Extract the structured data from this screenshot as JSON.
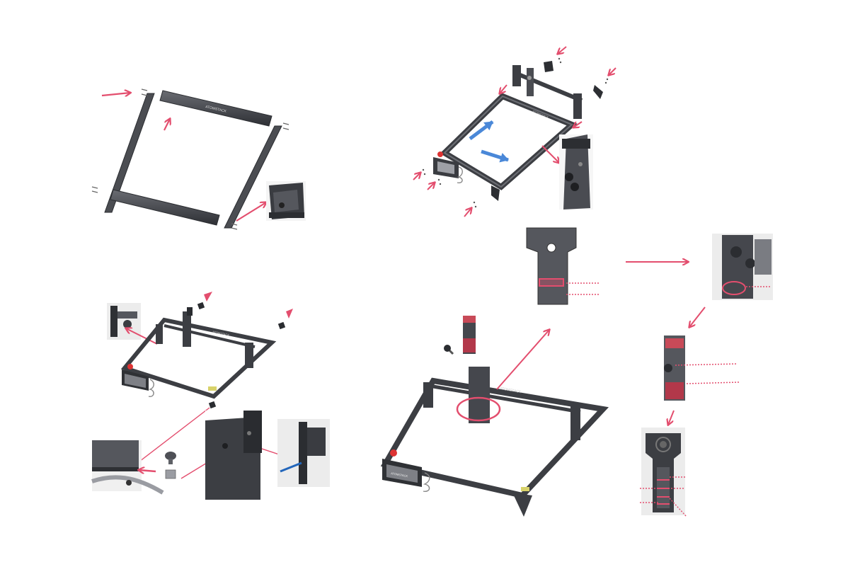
{
  "colors": {
    "arrow_pink": "#e34e6e",
    "arrow_blue": "#4a88d8",
    "frame_dark": "#3b3d42",
    "frame_mid": "#5a5c62",
    "background": "#ffffff",
    "photo_bg": "#ececec"
  },
  "brand": {
    "label": "ATOMSTACK"
  },
  "steps": [
    {
      "name": "step-1-frame-assembly"
    },
    {
      "name": "step-2-gantry-and-control-box"
    },
    {
      "name": "step-3-belt-and-end-caps"
    },
    {
      "name": "step-4-laser-module-mount"
    }
  ]
}
